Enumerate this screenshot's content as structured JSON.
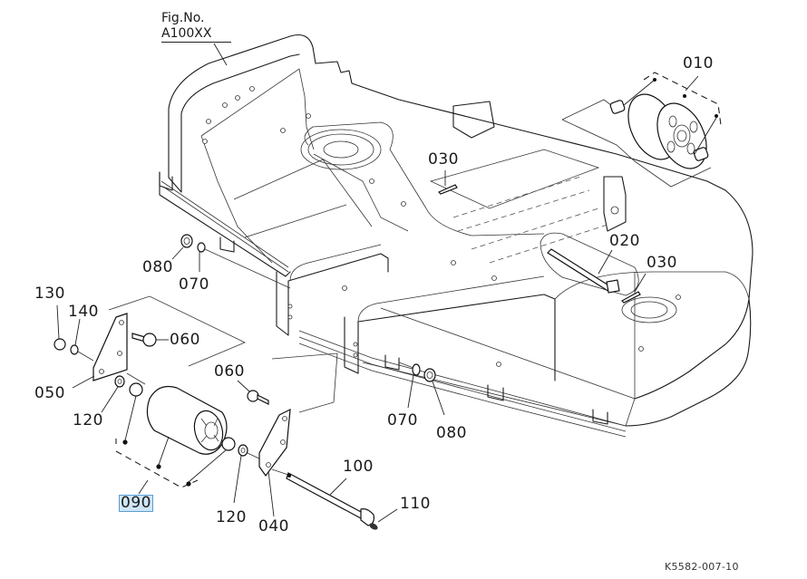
{
  "figure": {
    "fig_label": "Fig.No.",
    "fig_number": "A100XX",
    "drawing_code": "K5582-007-10"
  },
  "callouts": [
    {
      "id": "010",
      "label": "010",
      "part": "idler pulley assembly (rear)",
      "selected": false
    },
    {
      "id": "020",
      "label": "020",
      "part": "pin / shaft",
      "selected": false
    },
    {
      "id": "030a",
      "label": "030",
      "part": "cotter pin (upper)",
      "selected": false
    },
    {
      "id": "030b",
      "label": "030",
      "part": "cotter pin (at 020)",
      "selected": false
    },
    {
      "id": "040",
      "label": "040",
      "part": "bracket (right)",
      "selected": false
    },
    {
      "id": "050",
      "label": "050",
      "part": "bracket (left)",
      "selected": false
    },
    {
      "id": "060a",
      "label": "060",
      "part": "bolt (left bracket)",
      "selected": false
    },
    {
      "id": "060b",
      "label": "060",
      "part": "bolt (right bracket)",
      "selected": false
    },
    {
      "id": "070a",
      "label": "070",
      "part": "washer (upper)",
      "selected": false
    },
    {
      "id": "070b",
      "label": "070",
      "part": "washer (front)",
      "selected": false
    },
    {
      "id": "080a",
      "label": "080",
      "part": "nut (upper)",
      "selected": false
    },
    {
      "id": "080b",
      "label": "080",
      "part": "nut (front)",
      "selected": false
    },
    {
      "id": "090",
      "label": "090",
      "part": "roller assembly",
      "selected": true
    },
    {
      "id": "100",
      "label": "100",
      "part": "roller shaft",
      "selected": false
    },
    {
      "id": "110",
      "label": "110",
      "part": "grease nipple",
      "selected": false
    },
    {
      "id": "120a",
      "label": "120",
      "part": "bushing/collar (left)",
      "selected": false
    },
    {
      "id": "120b",
      "label": "120",
      "part": "bushing/collar (right)",
      "selected": false
    },
    {
      "id": "130",
      "label": "130",
      "part": "nut",
      "selected": false
    },
    {
      "id": "140",
      "label": "140",
      "part": "lock washer",
      "selected": false
    }
  ],
  "colors": {
    "line": "#1a1a1a",
    "selection_fill": "#cfe6f7",
    "selection_border": "#5a9fd4",
    "background": "#ffffff"
  }
}
